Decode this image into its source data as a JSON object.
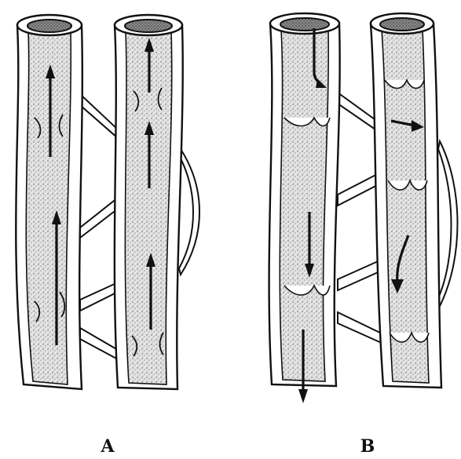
{
  "panels": [
    {
      "label": "A",
      "flow": "upward"
    },
    {
      "label": "B",
      "flow": "reversed"
    }
  ],
  "colors": {
    "ink": "#111111",
    "paper": "#ffffff",
    "stipple": "#9a9a9a"
  }
}
